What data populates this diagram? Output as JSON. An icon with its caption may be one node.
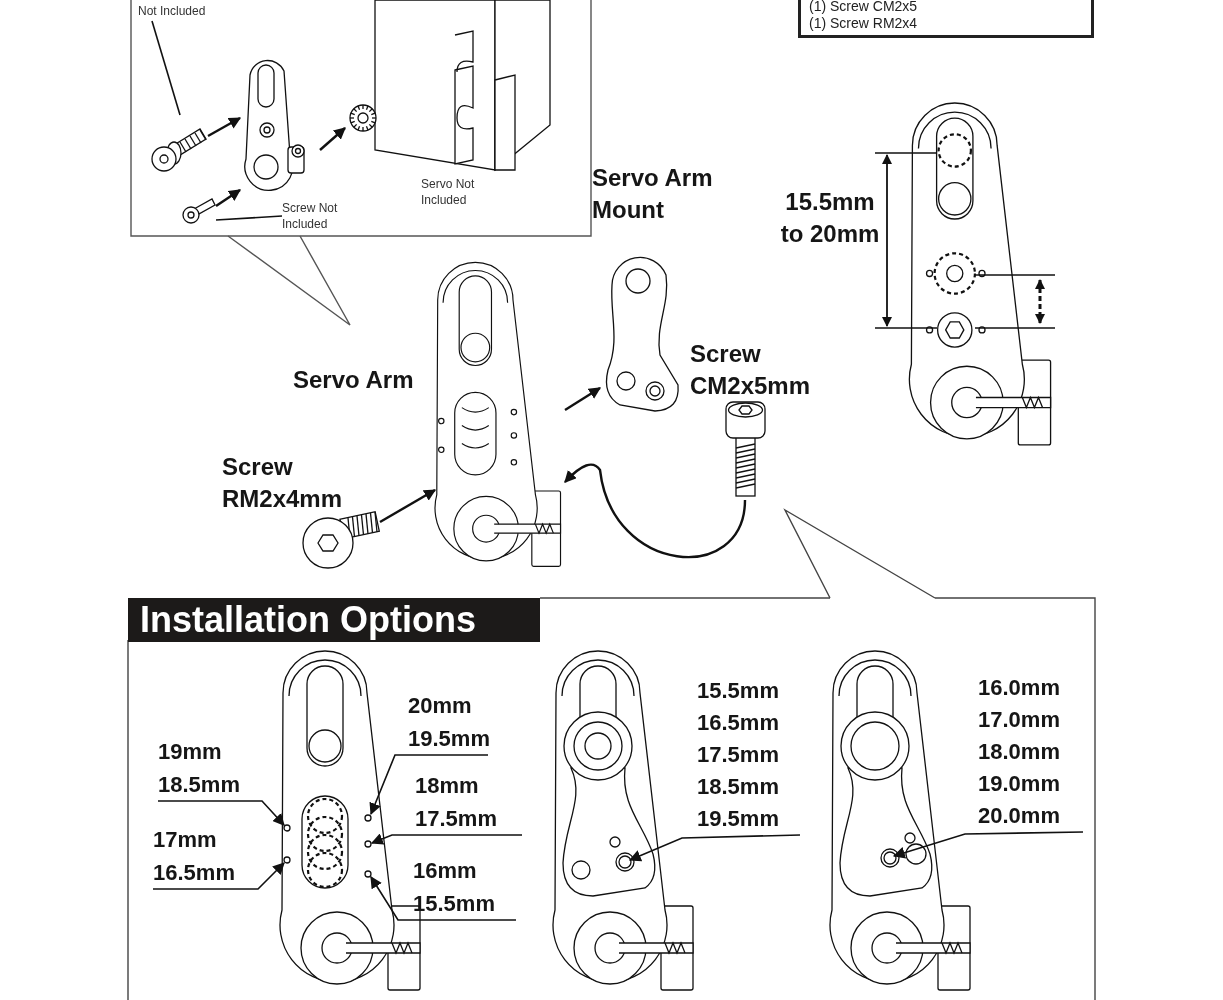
{
  "diagram": {
    "nodes": [
      {
        "text": [],
        "shape": "box"
      },
      {
        "text": [
          "Not Included"
        ],
        "in": 0
      },
      {
        "text": [],
        "shape": "picture",
        "in": 0
      },
      {
        "text": [],
        "shape": "picture",
        "in": 0
      },
      {
        "text": [],
        "shape": "picture",
        "in": 0
      },
      {
        "text": [
          "Screw Not Included"
        ],
        "in": 0
      },
      {
        "text": [],
        "shape": "picture",
        "in": 0,
        "beside": [
          "Servo Not Included"
        ]
      },
      {
        "text": [
          "(1) Screw CM2x5",
          "(1) Screw RM2x4"
        ]
      },
      {
        "text": [],
        "shape": "picture",
        "beside": [
          "Servo Arm Mount"
        ]
      },
      {
        "text": [],
        "shape": "picture"
      },
      {
        "text": [],
        "shape": "picture",
        "beside": [
          "Servo Arm"
        ]
      },
      {
        "text": [],
        "shape": "picture",
        "beside": [
          "Screw CM2x5mm"
        ]
      },
      {
        "text": [],
        "shape": "picture",
        "beside": [
          "Screw RM2x4mm"
        ]
      },
      {
        "text": [
          "Installation Options"
        ]
      },
      {
        "text": [],
        "shape": "picture",
        "in": 13
      },
      {
        "text": [
          "20mm 19.5mm"
        ],
        "in": 13
      },
      {
        "text": [
          "19mm 18.5mm"
        ],
        "in": 13
      },
      {
        "text": [
          "18mm 17.5mm"
        ],
        "in": 13
      },
      {
        "text": [
          "17mm 16.5mm"
        ],
        "in": 13
      },
      {
        "text": [
          "16mm 15.5mm"
        ],
        "in": 13
      },
      {
        "text": [],
        "shape": "picture",
        "in": 13
      },
      {
        "text": [
          "15.5mm",
          "16.5mm",
          "17.5mm",
          "18.5mm",
          "19.5mm"
        ],
        "in": 13
      },
      {
        "text": [],
        "shape": "picture",
        "in": 13
      },
      {
        "text": [
          "16.0mm",
          "17.0mm",
          "18.0mm",
          "19.0mm",
          "20.0mm"
        ],
        "in": 13
      }
    ],
    "edges": [
      {
        "from": 1,
        "to": 2,
        "arrow": "none"
      },
      {
        "from": 2,
        "to": 3,
        "arrow": "to"
      },
      {
        "from": 4,
        "to": 3,
        "arrow": "to"
      },
      {
        "from": 5,
        "to": 4,
        "arrow": "none"
      },
      {
        "from": 3,
        "to": 6,
        "arrow": "to"
      },
      {
        "from": 12,
        "to": 10,
        "arrow": "to"
      },
      {
        "from": 10,
        "to": 8,
        "arrow": "to"
      },
      {
        "from": 11,
        "to": 10,
        "arrow": "to"
      },
      {
        "from": 15,
        "to": 14,
        "arrow": "to"
      },
      {
        "from": 16,
        "to": 14,
        "arrow": "to"
      },
      {
        "from": 17,
        "to": 14,
        "arrow": "to"
      },
      {
        "from": 18,
        "to": 14,
        "arrow": "to"
      },
      {
        "from": 19,
        "to": 14,
        "arrow": "to"
      },
      {
        "from": 21,
        "to": 20,
        "arrow": "to"
      },
      {
        "from": 23,
        "to": 22,
        "arrow": "to"
      }
    ],
    "labels": [
      "15.5mm to 20mm"
    ]
  }
}
